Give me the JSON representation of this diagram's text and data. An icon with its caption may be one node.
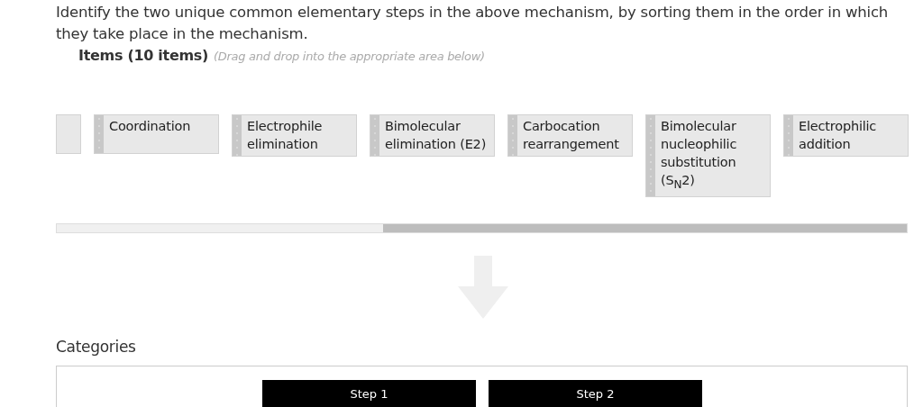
{
  "diagram": {
    "title": "Identify the two unique common elementary steps in the above mechanism, by sorting them in the order in which they take place in the mechanism.",
    "nodes": [
      {
        "text": [],
        "shape": "box"
      },
      {
        "text": [
          "Coordination"
        ]
      },
      {
        "text": [
          "Electrophile elimination"
        ]
      },
      {
        "text": [
          "Bimolecular elimination (E2)"
        ]
      },
      {
        "text": [
          "Carbocation rearrangement"
        ]
      },
      {
        "text": [
          "Bimolecular nucleophilic substitution (S$_{N}$2)"
        ]
      },
      {
        "text": [
          "Electrophilic addition"
        ]
      },
      {
        "text": [
          "Categories"
        ]
      },
      {
        "text": [
          "Step 1"
        ],
        "in": 7
      },
      {
        "text": [
          "Step 2"
        ],
        "in": 7
      }
    ],
    "labels": [
      "Items (10 items)",
      "(Drag and drop into the appropriate area below)"
    ]
  }
}
